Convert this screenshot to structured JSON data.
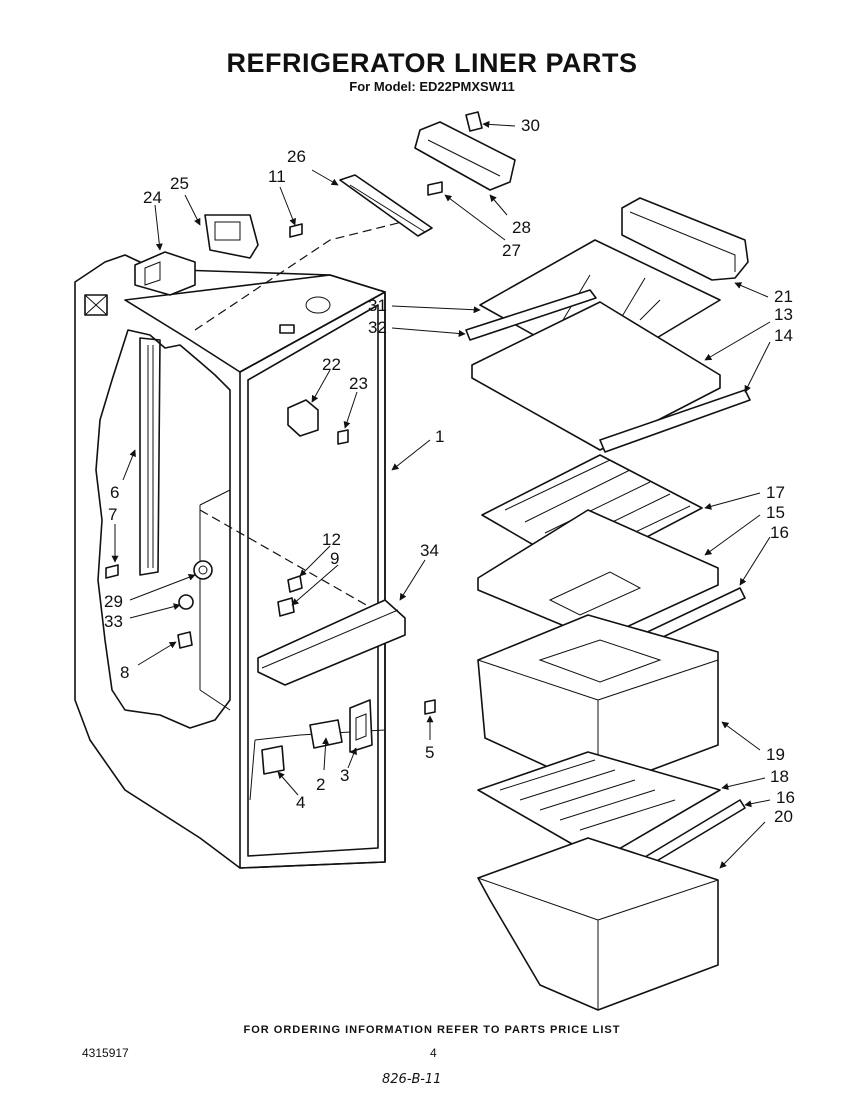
{
  "header": {
    "title": "REFRIGERATOR LINER PARTS",
    "subtitle": "For Model: ED22PMXSW11"
  },
  "callouts": [
    {
      "id": "1",
      "label": "1"
    },
    {
      "id": "2",
      "label": "2"
    },
    {
      "id": "3",
      "label": "3"
    },
    {
      "id": "4",
      "label": "4"
    },
    {
      "id": "5",
      "label": "5"
    },
    {
      "id": "6",
      "label": "6"
    },
    {
      "id": "7",
      "label": "7"
    },
    {
      "id": "8",
      "label": "8"
    },
    {
      "id": "9",
      "label": "9"
    },
    {
      "id": "11",
      "label": "11"
    },
    {
      "id": "12",
      "label": "12"
    },
    {
      "id": "13",
      "label": "13"
    },
    {
      "id": "14",
      "label": "14"
    },
    {
      "id": "15",
      "label": "15"
    },
    {
      "id": "16a",
      "label": "16"
    },
    {
      "id": "16b",
      "label": "16"
    },
    {
      "id": "17",
      "label": "17"
    },
    {
      "id": "18",
      "label": "18"
    },
    {
      "id": "19",
      "label": "19"
    },
    {
      "id": "20",
      "label": "20"
    },
    {
      "id": "21",
      "label": "21"
    },
    {
      "id": "22",
      "label": "22"
    },
    {
      "id": "23",
      "label": "23"
    },
    {
      "id": "24",
      "label": "24"
    },
    {
      "id": "25",
      "label": "25"
    },
    {
      "id": "26",
      "label": "26"
    },
    {
      "id": "27",
      "label": "27"
    },
    {
      "id": "28",
      "label": "28"
    },
    {
      "id": "29",
      "label": "29"
    },
    {
      "id": "30",
      "label": "30"
    },
    {
      "id": "31",
      "label": "31"
    },
    {
      "id": "32",
      "label": "32"
    },
    {
      "id": "33",
      "label": "33"
    },
    {
      "id": "34",
      "label": "34"
    }
  ],
  "footer": {
    "note": "FOR ORDERING INFORMATION REFER TO PARTS PRICE LIST",
    "doc_number": "4315917",
    "page_number": "4",
    "handwritten": "826-B-11"
  }
}
